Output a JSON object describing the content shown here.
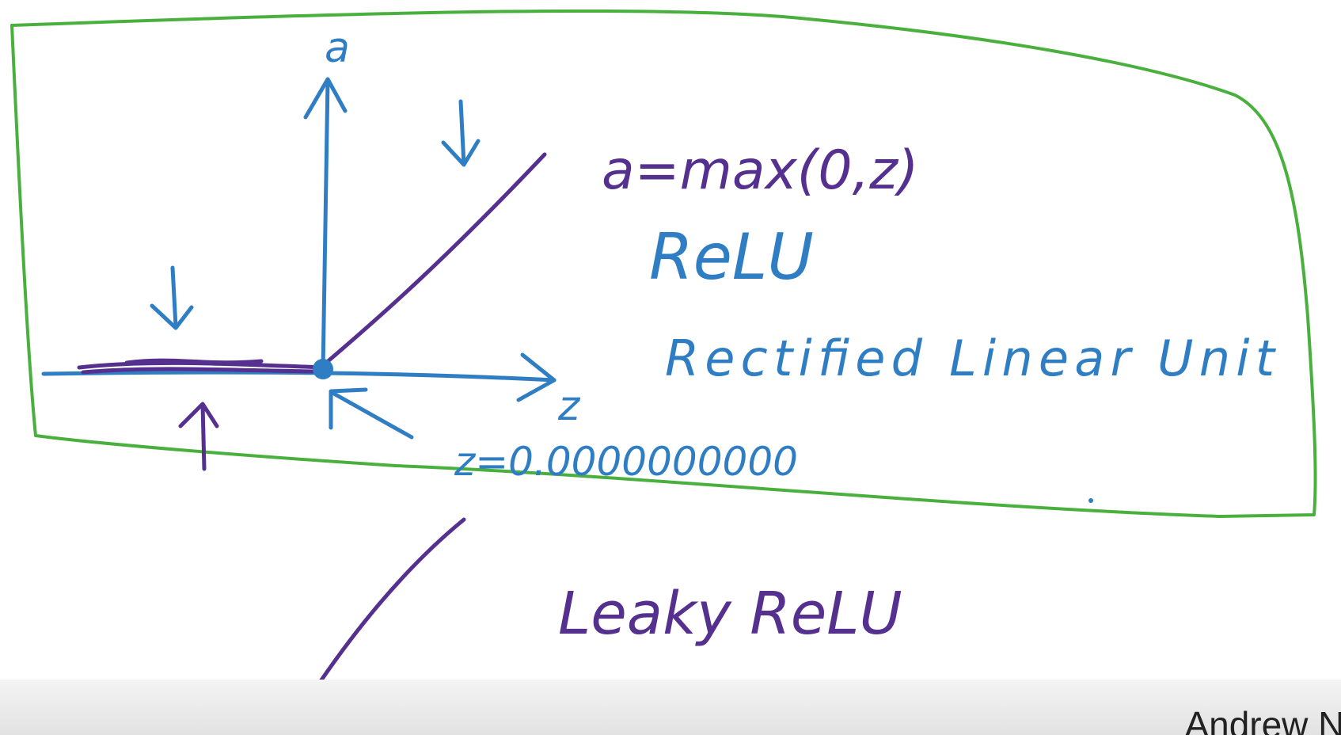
{
  "diagram": {
    "axis_y_label": "a",
    "axis_x_label": "z",
    "formula": "a=max(0,z)",
    "relu_label": "ReLU",
    "relu_full_name": "Rectified Linear Unit",
    "z_value_note": "z=0.0000000000",
    "leaky_label": "Leaky ReLU"
  },
  "watermark": {
    "text": "Andrew Ng"
  },
  "colors": {
    "blue_ink": "#2f7ec4",
    "purple_ink": "#55308f",
    "green_frame": "#49b03e"
  },
  "icons": {
    "arrows": "hand-drawn-arrow-icon"
  }
}
